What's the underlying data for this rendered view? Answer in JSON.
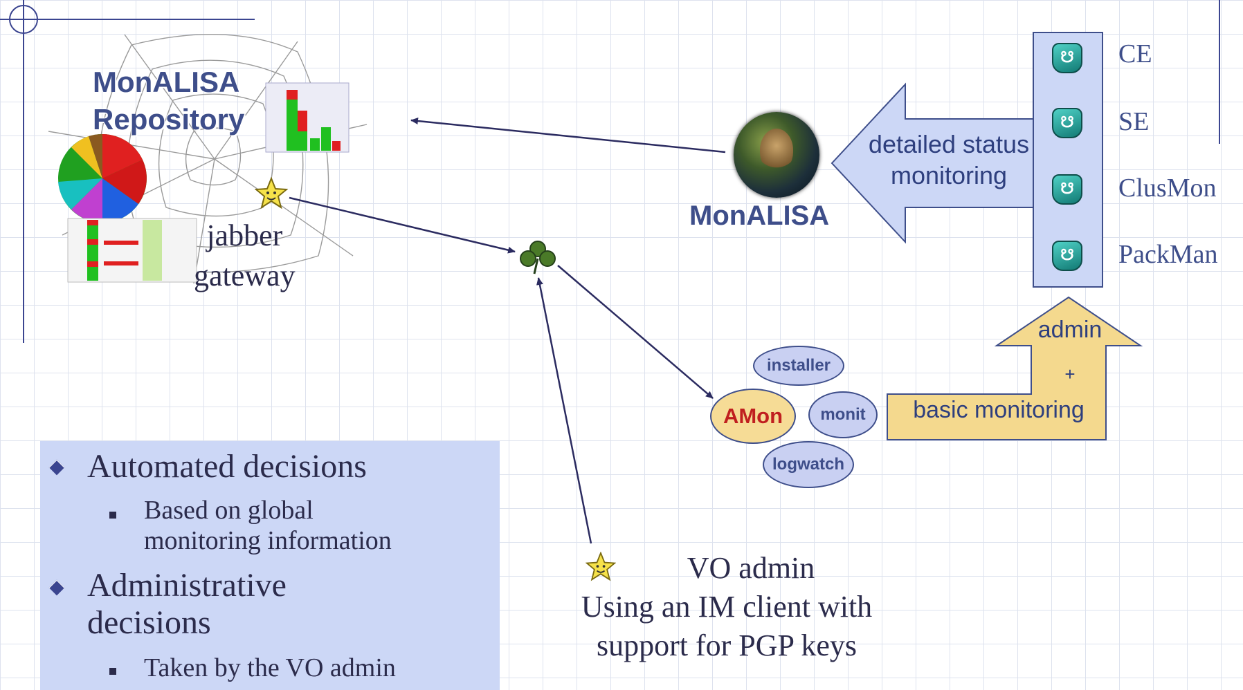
{
  "repository": {
    "title_line1": "MonALISA",
    "title_line2": "Repository"
  },
  "gateway": {
    "line1": "jabber",
    "line2": "gateway"
  },
  "monalisa": {
    "label": "MonALISA"
  },
  "status_arrow": {
    "line1": "detailed status",
    "line2": "monitoring"
  },
  "services": [
    {
      "label": "CE"
    },
    {
      "label": "SE"
    },
    {
      "label": "ClusMon"
    },
    {
      "label": "PackMan"
    }
  ],
  "amon": {
    "center": "AMon",
    "bubbles": {
      "installer": "installer",
      "monit": "monit",
      "logwatch": "logwatch"
    }
  },
  "admin_arrow": {
    "line1": "admin",
    "plus": "+",
    "line2": "basic monitoring"
  },
  "notes": {
    "item1": "Automated decisions",
    "sub1_line1": "Based on global",
    "sub1_line2": "monitoring information",
    "item2_line1": "Administrative",
    "item2_line2": "decisions",
    "sub2": "Taken by the VO admin"
  },
  "vo_admin": {
    "line1": "VO admin",
    "line2": "Using an IM client with",
    "line3": "support for PGP keys"
  }
}
